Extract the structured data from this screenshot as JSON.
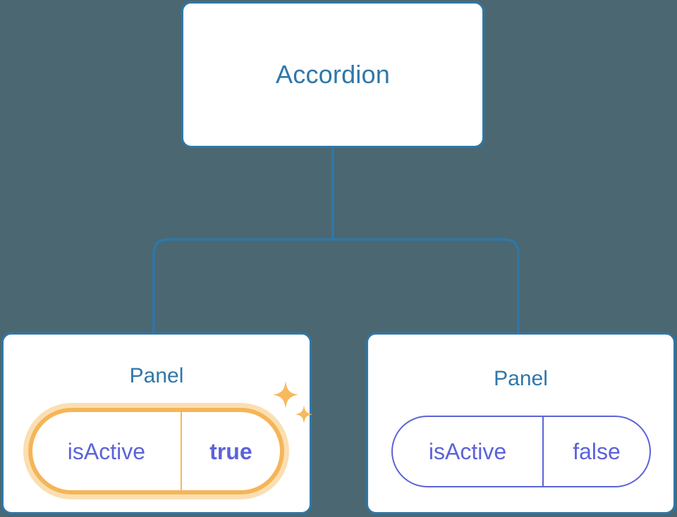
{
  "diagram": {
    "type": "component-tree",
    "background_color": "#4B6771",
    "accent_color": "#2F77A8",
    "prop_color": "#5C63D8",
    "highlight_color": "#F5B558",
    "highlight_glow_color": "#FBDFB2"
  },
  "root": {
    "title": "Accordion"
  },
  "panels": [
    {
      "title": "Panel",
      "prop_key": "isActive",
      "prop_value": "true",
      "highlighted": true,
      "sparkle_large_icon": "sparkle-icon",
      "sparkle_small_icon": "sparkle-icon"
    },
    {
      "title": "Panel",
      "prop_key": "isActive",
      "prop_value": "false",
      "highlighted": false
    }
  ],
  "connectors": {
    "trunk": "vertical line from root to branch bar",
    "branch": "rounded horizontal bar splitting to two panels"
  }
}
